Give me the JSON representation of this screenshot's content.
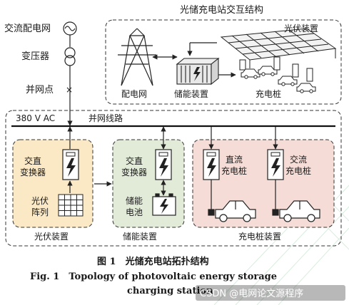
{
  "figure": {
    "top_title": "光储充电站交互结构",
    "grid": {
      "ac_source": "交流配电网",
      "transformer": "变压器",
      "pcc": "并网点",
      "pcc_mark": "×"
    },
    "top_box": {
      "distribution_grid": "配电网",
      "storage_device": "储能装置",
      "pv_device": "光伏装置",
      "charging_pile": "充电桩"
    },
    "bus": {
      "voltage": "380 V AC",
      "line": "并网线路"
    },
    "pv_unit": {
      "converter_line1": "交直",
      "converter_line2": "变换器",
      "array_line1": "光伏",
      "array_line2": "阵列",
      "label": "光伏装置"
    },
    "storage_unit": {
      "converter_line1": "交直",
      "converter_line2": "变换器",
      "battery_line1": "储能",
      "battery_line2": "电池",
      "label": "储能装置"
    },
    "charging_unit": {
      "dc_line1": "直流",
      "dc_line2": "充电桩",
      "ac_line1": "交流",
      "ac_line2": "充电桩",
      "label": "充电桩装置"
    },
    "caption": {
      "cn": "图 1　光储充电站拓扑结构",
      "en_line1": "Fig. 1　Topology of photovoltaic energy storage",
      "en_line2": "charging station"
    },
    "watermark": "CSDN @电网论文源程序",
    "colors": {
      "pv_fill": "#fbe8c4",
      "storage_fill": "#e2ead8",
      "charging_fill": "#f5dcd6",
      "line": "#222222",
      "watermark_bg": "#9a9a9a"
    }
  }
}
